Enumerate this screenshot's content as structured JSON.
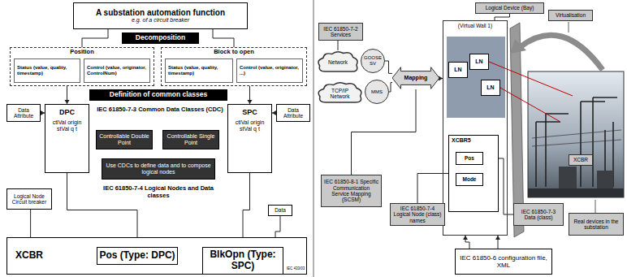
{
  "diagram": {
    "nodes": [
      {
        "text": [
          "A substation automation function",
          "e.g. of a circuit breaker"
        ]
      },
      {
        "text": [
          "Decomposition"
        ]
      },
      {
        "text": [
          "Position"
        ]
      },
      {
        "text": [
          "Status (value, quality, timestamp)"
        ],
        "in": 2
      },
      {
        "text": [
          "Control (value, originator, ControlNum)"
        ],
        "in": 2
      },
      {
        "text": [
          "Block to open"
        ]
      },
      {
        "text": [
          "Status (value, quality, timestamp)"
        ],
        "in": 5
      },
      {
        "text": [
          "Control (value, originator, ...)"
        ],
        "in": 5
      },
      {
        "text": [
          "Definition of common classes"
        ]
      },
      {
        "text": [
          "DPC",
          "ctlVal origin stVal q t"
        ]
      },
      {
        "text": [
          "SPC",
          "ctlVal origin stVal q t"
        ]
      },
      {
        "text": [
          "Data Attribute"
        ]
      },
      {
        "text": [
          "Data Attribute"
        ]
      },
      {
        "text": [
          "Controllable Double Point"
        ]
      },
      {
        "text": [
          "Controllable Single Point"
        ]
      },
      {
        "text": [
          "Use CDCs to define data and to compose logical nodes"
        ]
      },
      {
        "text": [
          "Logical Node Circuit breaker"
        ]
      },
      {
        "text": [
          "Data"
        ]
      },
      {
        "text": [
          "XCBR"
        ]
      },
      {
        "text": [
          "Pos (Type: DPC)"
        ],
        "in": 18
      },
      {
        "text": [
          "BlkOpn (Type: SPC)"
        ],
        "in": 18
      },
      {
        "text": [
          "IEC 61850-7-2 Services"
        ]
      },
      {
        "text": [
          "Network"
        ]
      },
      {
        "text": [
          "GOOSE SV"
        ]
      },
      {
        "text": [
          "TCP/IP Network"
        ]
      },
      {
        "text": [
          "MMS"
        ]
      },
      {
        "text": [
          "Mapping"
        ]
      },
      {
        "text": [
          "(Virtual Wall 1)"
        ]
      },
      {
        "text": [
          "LN"
        ],
        "in": 27
      },
      {
        "text": [
          "LN"
        ],
        "in": 27
      },
      {
        "text": [
          "LN"
        ],
        "in": 27
      },
      {
        "text": [
          "XCBR5"
        ],
        "in": 27
      },
      {
        "text": [
          "Pos"
        ],
        "in": 31
      },
      {
        "text": [
          "Mode"
        ],
        "in": 31
      },
      {
        "text": [
          "Logical Device (Bay)"
        ]
      },
      {
        "text": [
          "Virtualisation"
        ]
      },
      {
        "text": [
          "XCBR"
        ]
      },
      {
        "text": [
          "Real devices in the substation"
        ]
      },
      {
        "text": [
          "IEC 61850-8-1 Specific Communication Service Mapping (SCSM)"
        ]
      },
      {
        "text": [
          "IEC 61850-7-4 Logical Node (class) names"
        ]
      },
      {
        "text": [
          "IEC 61850-7-3 Data (class)"
        ]
      },
      {
        "text": [
          "IEC 61850-6 configuration file, XML"
        ]
      }
    ],
    "edges": [
      {
        "from": 0,
        "to": 2,
        "arrow": "none"
      },
      {
        "from": 0,
        "to": 5,
        "arrow": "none"
      },
      {
        "from": 2,
        "to": 9,
        "arrow": "to"
      },
      {
        "from": 5,
        "to": 10,
        "arrow": "to"
      },
      {
        "from": 11,
        "to": 9,
        "arrow": "to"
      },
      {
        "from": 12,
        "to": 10,
        "arrow": "to"
      },
      {
        "from": 9,
        "to": 19,
        "arrow": "to"
      },
      {
        "from": 10,
        "to": 20,
        "arrow": "to"
      },
      {
        "from": 16,
        "to": 18,
        "arrow": "none"
      },
      {
        "from": 17,
        "to": 20,
        "arrow": "none"
      },
      {
        "from": 21,
        "to": 22,
        "arrow": "none"
      },
      {
        "from": 23,
        "to": 26,
        "arrow": "none"
      },
      {
        "from": 25,
        "to": 26,
        "arrow": "none"
      },
      {
        "from": 26,
        "to": 27,
        "arrow": "to"
      },
      {
        "from": 41,
        "to": 27,
        "arrow": "to"
      },
      {
        "from": 41,
        "to": 27,
        "arrow": "to"
      },
      {
        "from": 39,
        "to": 31,
        "arrow": "none"
      },
      {
        "from": 40,
        "to": 32,
        "arrow": "none"
      },
      {
        "from": 34,
        "to": 27,
        "arrow": "none"
      },
      {
        "from": 38,
        "to": 26,
        "arrow": "none"
      }
    ],
    "labels": [
      "IEC 61850-7-3 Common Data Classes (CDC)",
      "IEC 61850-7-4 Logical Nodes and Data classes",
      "IEC 433/03"
    ]
  }
}
